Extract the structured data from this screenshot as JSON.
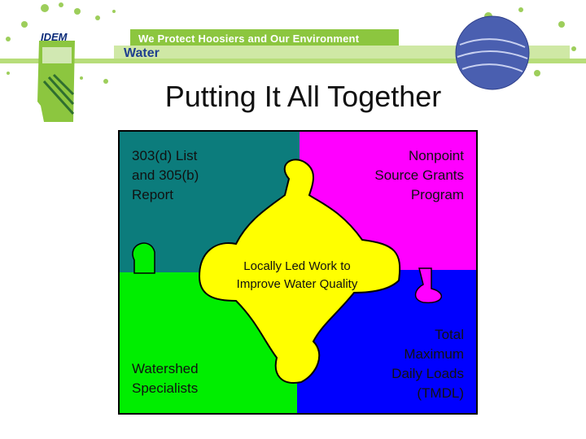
{
  "banner": {
    "agency": "IDEM",
    "tagline": "We Protect Hoosiers and Our Environment",
    "section": "Water",
    "colors": {
      "green": "#8cc63f",
      "navy": "#0a2a78"
    }
  },
  "title": "Putting It All Together",
  "puzzle": {
    "top_left": "303(d) List\nand 305(b)\nReport",
    "top_right": "Nonpoint\nSource Grants\nProgram",
    "center": "Locally Led Work to\nImprove Water Quality",
    "bottom_left": "Watershed\nSpecialists",
    "bottom_right": "Total\nMaximum\nDaily Loads\n(TMDL)",
    "colors": {
      "top_left": "#0c7c7c",
      "top_right": "#ff00ff",
      "center": "#ffff00",
      "bottom_left": "#00ee00",
      "bottom_right": "#0000ff"
    }
  }
}
